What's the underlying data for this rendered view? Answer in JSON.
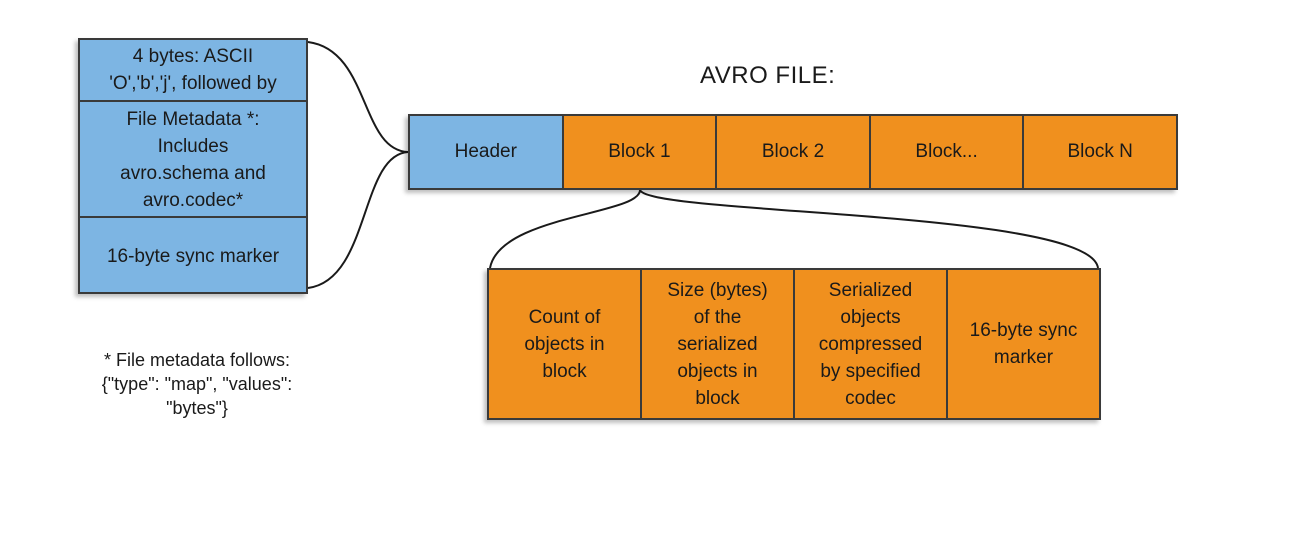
{
  "title": "AVRO FILE:",
  "file_segments": [
    {
      "label": "Header",
      "color": "#7db5e3"
    },
    {
      "label": "Block 1",
      "color": "#f0901e"
    },
    {
      "label": "Block 2",
      "color": "#f0901e"
    },
    {
      "label": "Block...",
      "color": "#f0901e"
    },
    {
      "label": "Block N",
      "color": "#f0901e"
    }
  ],
  "header_detail": [
    {
      "text": "4 bytes: ASCII\n'O','b','j', followed by"
    },
    {
      "text": "File Metadata *:\nIncludes\navro.schema  and\navro.codec*"
    },
    {
      "text": "16-byte sync marker"
    }
  ],
  "block_detail": [
    {
      "text": "Count of\nobjects in\nblock"
    },
    {
      "text": "Size (bytes)\nof the\nserialized\nobjects in\nblock"
    },
    {
      "text": "Serialized\nobjects\ncompressed\nby specified\ncodec"
    },
    {
      "text": "16-byte sync\nmarker"
    }
  ],
  "footnote": "* File metadata follows:\n{\"type\": \"map\", \"values\":\n\"bytes\"}",
  "colors": {
    "header_blue": "#7db5e3",
    "block_orange": "#f0901e",
    "border": "#3a3a3a"
  }
}
